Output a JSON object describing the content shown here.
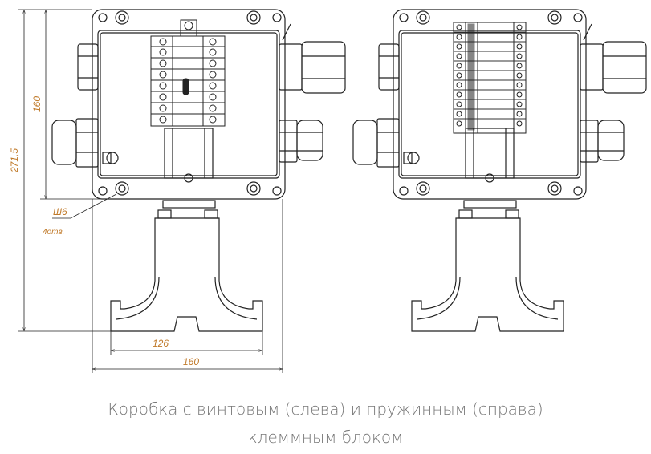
{
  "dimensions": {
    "total_height": "271,5",
    "box_height": "160",
    "hole_size": "Ш6",
    "hole_count": "4отв.",
    "base_width": "126",
    "box_width": "160"
  },
  "caption": {
    "line1": "Коробка с винтовым (слева) и пружинным (справа)",
    "line2": "клеммным блоком"
  },
  "colors": {
    "line": "#222222",
    "dimension_text": "#c07a2a",
    "caption": "#777777"
  }
}
